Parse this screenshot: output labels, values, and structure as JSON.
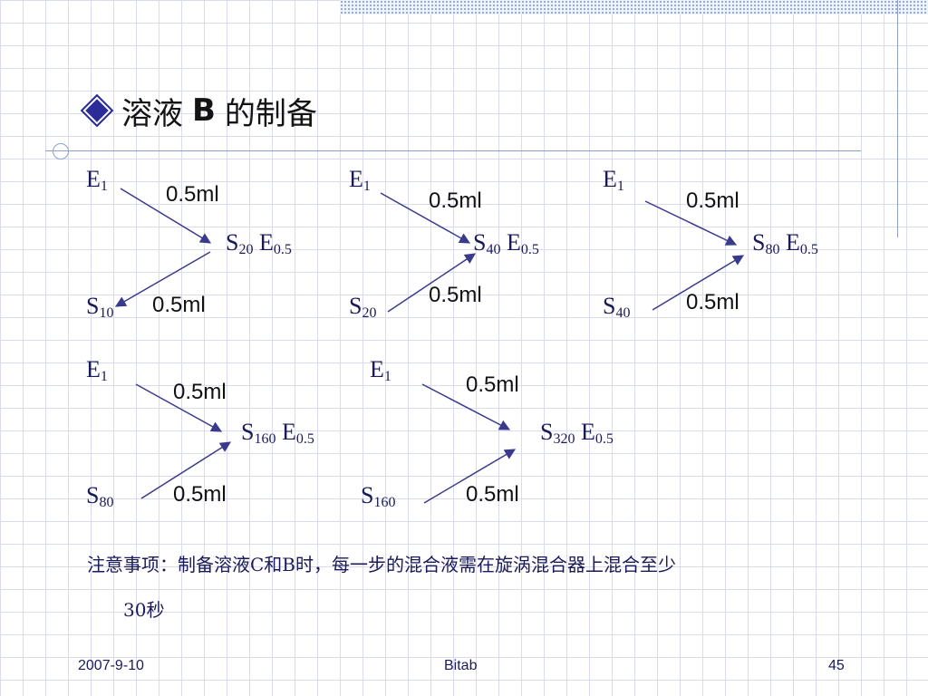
{
  "slide": {
    "title_prefix": "溶液",
    "title_bold": "B",
    "title_suffix": "的制备",
    "note_line1": "注意事项：制备溶液C和B时，每一步的混合液需在旋涡混合器上混合至少",
    "note_line2": "30秒"
  },
  "diagram": {
    "steps": [
      {
        "top_base": "E",
        "top_sub": "1",
        "bottom_base": "S",
        "bottom_sub": "10",
        "result_s_base": "S",
        "result_s_sub": "20",
        "result_e_base": "E",
        "result_e_sub": "0.5",
        "vol_top": "0.5ml",
        "vol_bottom": "0.5ml"
      },
      {
        "top_base": "E",
        "top_sub": "1",
        "bottom_base": "S",
        "bottom_sub": "20",
        "result_s_base": "S",
        "result_s_sub": "40",
        "result_e_base": "E",
        "result_e_sub": "0.5",
        "vol_top": "0.5ml",
        "vol_bottom": "0.5ml"
      },
      {
        "top_base": "E",
        "top_sub": "1",
        "bottom_base": "S",
        "bottom_sub": "40",
        "result_s_base": "S",
        "result_s_sub": "80",
        "result_e_base": "E",
        "result_e_sub": "0.5",
        "vol_top": "0.5ml",
        "vol_bottom": "0.5ml"
      },
      {
        "top_base": "E",
        "top_sub": "1",
        "bottom_base": "S",
        "bottom_sub": "80",
        "result_s_base": "S",
        "result_s_sub": "160",
        "result_e_base": "E",
        "result_e_sub": "0.5",
        "vol_top": "0.5ml",
        "vol_bottom": "0.5ml"
      },
      {
        "top_base": "E",
        "top_sub": "1",
        "bottom_base": "S",
        "bottom_sub": "160",
        "result_s_base": "S",
        "result_s_sub": "320",
        "result_e_base": "E",
        "result_e_sub": "0.5",
        "vol_top": "0.5ml",
        "vol_bottom": "0.5ml"
      }
    ]
  },
  "footer": {
    "date": "2007-9-10",
    "center": "Bitab",
    "page": "45"
  },
  "colors": {
    "arrow": "#3a3a8c",
    "text": "#1a1a5a"
  }
}
